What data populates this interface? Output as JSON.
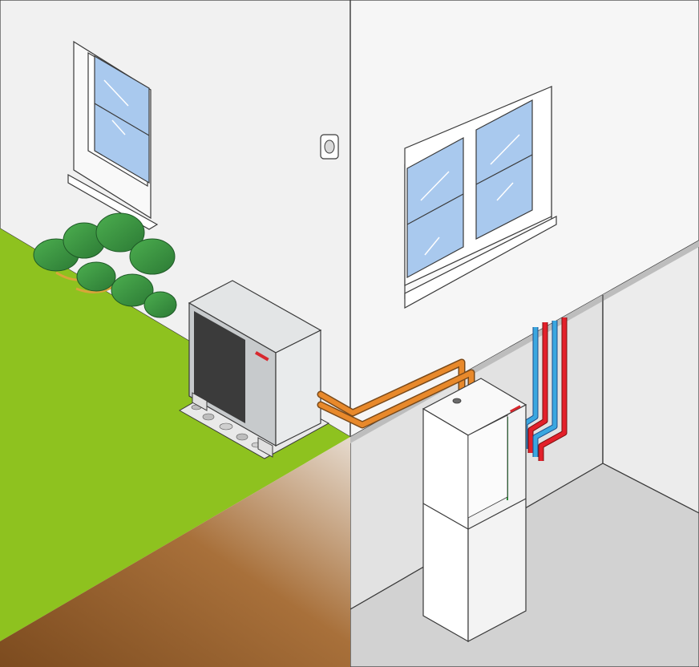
{
  "scene": {
    "description_kind": "isometric house cross-section illustration",
    "elements": [
      "outdoor-heat-pump-unit",
      "indoor-hydraulic-tower",
      "refrigerant-lines",
      "heating-flow-pipe",
      "heating-return-pipe",
      "window-left",
      "window-right",
      "wall-vent",
      "shrub",
      "gravel-bed"
    ]
  },
  "colors": {
    "background": "#ececec",
    "wall_front": "#f2f2f2",
    "wall_right": "#f7f7f7",
    "outline": "#3a3a3a",
    "grass": "#8ec21f",
    "soil_dark": "#8a5a2c",
    "soil_light": "#d9c7b3",
    "basement_wall": "#dcdcdc",
    "basement_floor": "#cfcfcf",
    "glass": "#a9c9ee",
    "refrigerant_line": "#e8892b",
    "flow_pipe": "#e3202a",
    "return_pipe": "#3aa7e0",
    "plant_green": "#3e9b46",
    "outdoor_unit_body": "#cfd2d4",
    "outdoor_unit_grille": "#3b3b3b",
    "brand_red": "#d8282e",
    "tower_body": "#ffffff"
  }
}
